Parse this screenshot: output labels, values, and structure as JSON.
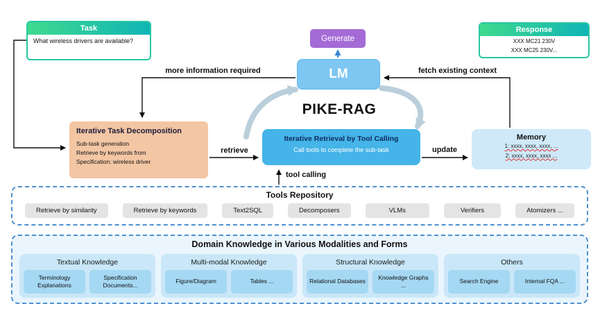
{
  "colors": {
    "header_gradient_start": "#3fd98e",
    "header_gradient_end": "#10b5b5",
    "task_border": "#27c8a0",
    "generate_purple": "#a46bd6",
    "lm_blue": "#7dc7f2",
    "retrieval_blue": "#45b4e8",
    "decomposition_peach": "#f3c6a4",
    "memory_blue": "#cfe9f9",
    "dashed_border_blue": "#4f90cf",
    "tool_button_gray": "#e4e4e4",
    "domain_panel_bg": "#eaf5fd",
    "domain_group_bg": "#c9e7f8",
    "domain_item_bg": "#a5d8f3",
    "cycle_arrow": "#bacfdb",
    "squiggle_red": "#e03131"
  },
  "title": "PIKE-RAG",
  "task": {
    "header": "Task",
    "body": "What wireless drivers are available?"
  },
  "generate": {
    "label": "Generate"
  },
  "response": {
    "header": "Response",
    "lines": [
      "XXX MC21 230V",
      "XXX MC25 230V..."
    ]
  },
  "lm": {
    "label": "LM"
  },
  "decomposition": {
    "title": "Iterative Task Decomposition",
    "lines": [
      "Sub-task generation",
      "Retrieve by keywords from",
      "Specification: wireless driver"
    ]
  },
  "retrieval": {
    "title": "Iterative Retrieval by Tool Calling",
    "body": "Call tools to complete the sub-task"
  },
  "memory": {
    "title": "Memory",
    "lines": [
      "1: xxxx, xxxx, xxxx, ...",
      "2: xxxx, xxxx, xxxx ..."
    ]
  },
  "edges": {
    "more_info": "more information required",
    "fetch_context": "fetch existing context",
    "retrieve": "retrieve",
    "update": "update",
    "tool_calling": "tool calling"
  },
  "tools": {
    "title": "Tools Repository",
    "items": [
      "Retrieve by similarity",
      "Retrieve by keywords",
      "Text2SQL",
      "Decomposers",
      "VLMs",
      "Verifiers",
      "Atomizers ..."
    ]
  },
  "domain": {
    "title": "Domain Knowledge in Various Modalities and Forms",
    "groups": [
      {
        "title": "Textual Knowledge",
        "items": [
          "Terminology Explanations",
          "Specification Documents..."
        ]
      },
      {
        "title": "Multi-modal Knowledge",
        "items": [
          "Figure/Diagram",
          "Tables ..."
        ]
      },
      {
        "title": "Structural Knowledge",
        "items": [
          "Relational Databases",
          "Knowledge Graphs ..."
        ]
      },
      {
        "title": "Others",
        "items": [
          "Search Engine",
          "Internal FQA ..."
        ]
      }
    ]
  }
}
